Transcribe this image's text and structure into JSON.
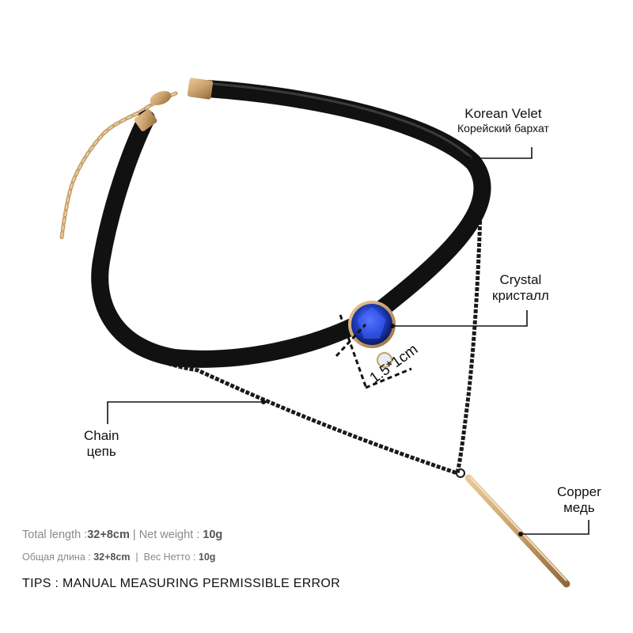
{
  "labels": {
    "velvet": {
      "en": "Korean Velet",
      "ru": "Корейский бархат"
    },
    "crystal": {
      "en": "Crystal",
      "ru": "кристалл"
    },
    "chain": {
      "en": "Chain",
      "ru": "цепь"
    },
    "copper": {
      "en": "Copper",
      "ru": "медь"
    }
  },
  "measure": {
    "size": "1.5*1cm"
  },
  "specs": {
    "en": {
      "length_label": "Total length :",
      "length_value": "32+8cm",
      "sep": " | ",
      "weight_label": "Net weight : ",
      "weight_value": "10g"
    },
    "ru": {
      "length_label": "Общая длина :",
      "length_value": "32+8cm",
      "sep": "  | ",
      "weight_label": "Вес Нетто :",
      "weight_value": "10g"
    }
  },
  "tips": "TIPS : MANUAL MEASURING PERMISSIBLE ERROR",
  "colors": {
    "velvet": "#111111",
    "chain": "#1a1a1a",
    "gold": "#c9a06a",
    "crystal": "#1f3fbf",
    "callout": "#111111",
    "spec_text": "#8a8a8a"
  }
}
